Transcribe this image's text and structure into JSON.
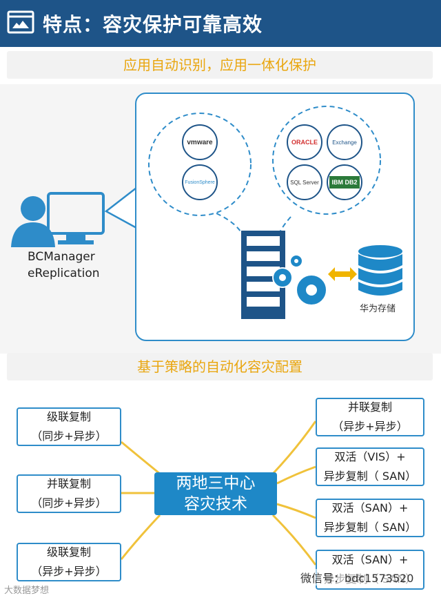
{
  "header": {
    "title": "特点：容灾保护可靠高效",
    "icon": "window-icon"
  },
  "section1": {
    "title": "应用自动识别，应用一体化保护"
  },
  "left_user": {
    "line1": "BCManager",
    "line2": "eReplication",
    "icon": "user-monitor-icon"
  },
  "virtual_logos": [
    {
      "name": "vmware-logo",
      "text": "vmware"
    },
    {
      "name": "fusionsphere-logo",
      "text": "FusionSphere"
    }
  ],
  "app_logos": [
    {
      "name": "oracle-logo",
      "text": "ORACLE"
    },
    {
      "name": "exchange-logo",
      "text": "Exchange"
    },
    {
      "name": "sqlserver-logo",
      "text": "SQL Server"
    },
    {
      "name": "ibm-db2-logo",
      "text": "IBM DB2"
    }
  ],
  "storage": {
    "label": "华为存储",
    "icon": "database-icon"
  },
  "section2": {
    "title": "基于策略的自动化容灾配置"
  },
  "center_node": {
    "line1": "两地三中心",
    "line2": "容灾技术"
  },
  "left_nodes": [
    {
      "line1": "级联复制",
      "line2": "（同步+异步）"
    },
    {
      "line1": "并联复制",
      "line2": "（同步+异步）"
    },
    {
      "line1": "级联复制",
      "line2": "（异步+异步）"
    }
  ],
  "right_nodes": [
    {
      "line1": "并联复制",
      "line2": "（异步+异步）"
    },
    {
      "line1": "双活（VIS）+",
      "line2": "异步复制（ SAN）"
    },
    {
      "line1": "双活（SAN）+",
      "line2": "异步复制（ SAN）"
    },
    {
      "line1": "双活（SAN）+",
      "line2": "异步复制（ SAN）"
    }
  ],
  "watermarks": {
    "left": "大数据梦想",
    "right": "微信号：bdc1573520"
  },
  "colors": {
    "header": "#1e5488",
    "accent_blue": "#2e8cc9",
    "title_yellow": "#e9a60f",
    "connector": "#f0c23b"
  }
}
